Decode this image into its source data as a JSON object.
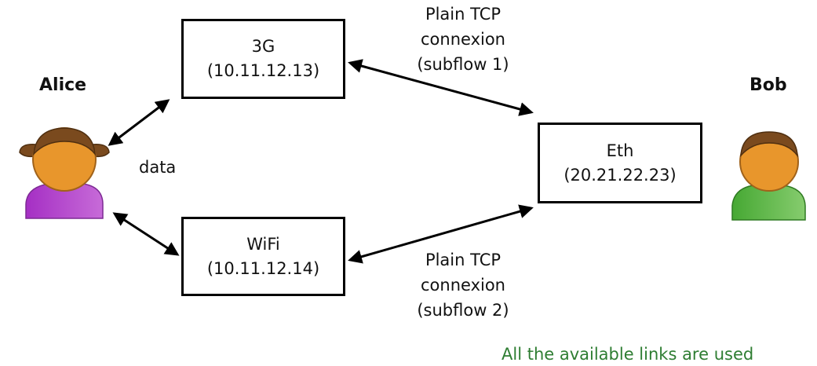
{
  "people": {
    "alice": {
      "name": "Alice",
      "shirt_color": "#b03fc9",
      "hair_color": "#7a4a1e",
      "skin_color": "#e8962c"
    },
    "bob": {
      "name": "Bob",
      "shirt_color": "#4fae3a",
      "hair_color": "#7a4a1e",
      "skin_color": "#e8962c"
    }
  },
  "interfaces": {
    "threeg": {
      "name": "3G",
      "address": "(10.11.12.13)"
    },
    "wifi": {
      "name": "WiFi",
      "address": "(10.11.12.14)"
    },
    "eth": {
      "name": "Eth",
      "address": "(20.21.22.23)"
    }
  },
  "subflows": {
    "one": {
      "line1": "Plain TCP",
      "line2": "connexion",
      "line3": "(subflow 1)"
    },
    "two": {
      "line1": "Plain TCP",
      "line2": "connexion",
      "line3": "(subflow 2)"
    }
  },
  "data_label": "data",
  "footer": {
    "text": "All the available links are used",
    "color": "#2e7d32"
  }
}
